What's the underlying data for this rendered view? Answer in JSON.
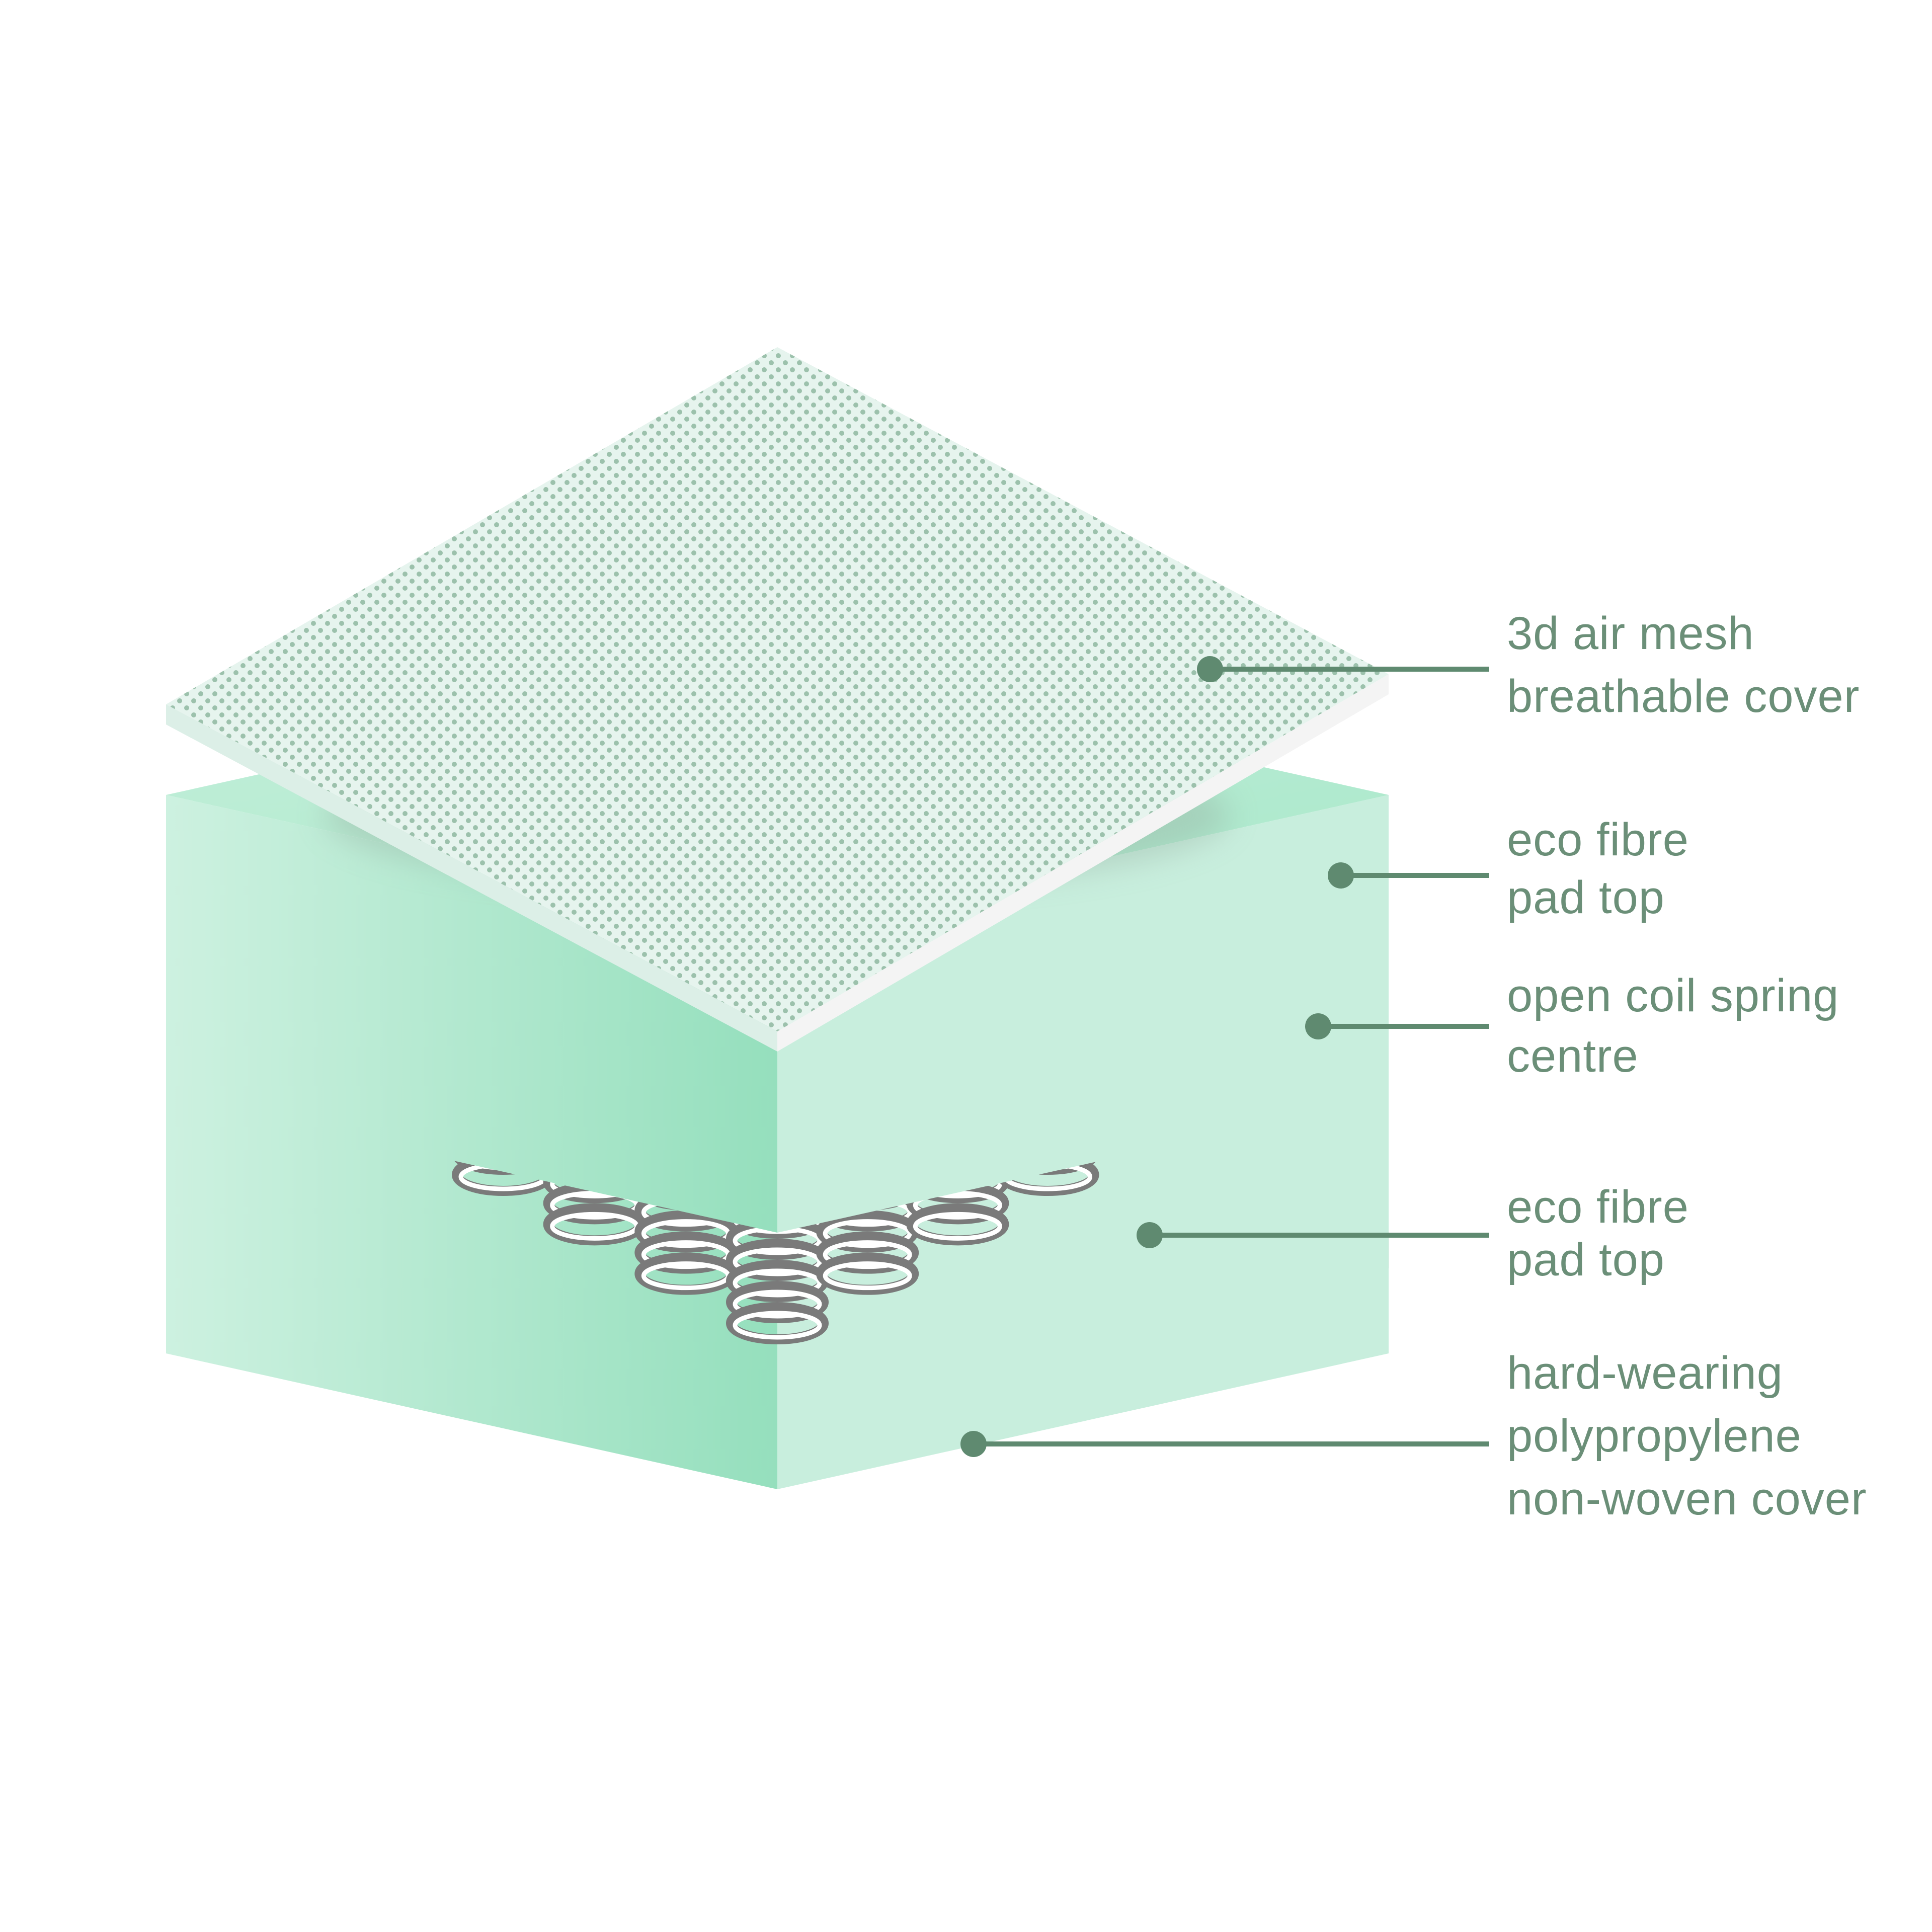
{
  "diagram": {
    "layers": [
      {
        "id": "mesh-cover",
        "lines": [
          "3d air mesh",
          "breathable cover"
        ]
      },
      {
        "id": "top-pad",
        "lines": [
          "eco fibre",
          "pad top"
        ]
      },
      {
        "id": "spring-centre",
        "lines": [
          "open coil spring",
          "centre"
        ]
      },
      {
        "id": "bottom-pad",
        "lines": [
          "eco fibre",
          "pad top"
        ]
      },
      {
        "id": "base-cover",
        "lines": [
          "hard-wearing",
          "polypropylene",
          "non-woven cover"
        ]
      }
    ]
  },
  "colors": {
    "label": "#6b8f78",
    "leader": "#5f8a70",
    "pad_top": "#b9ecd4",
    "pad_light": "#d2f2e4",
    "pad_dark": "#9ee3c3",
    "mesh_top": "#e4f3ec",
    "mesh_dot": "#8fb8a0",
    "cover": "#e6f1ed",
    "spring_dark": "#7a7a7a",
    "spring_light": "#ffffff"
  }
}
